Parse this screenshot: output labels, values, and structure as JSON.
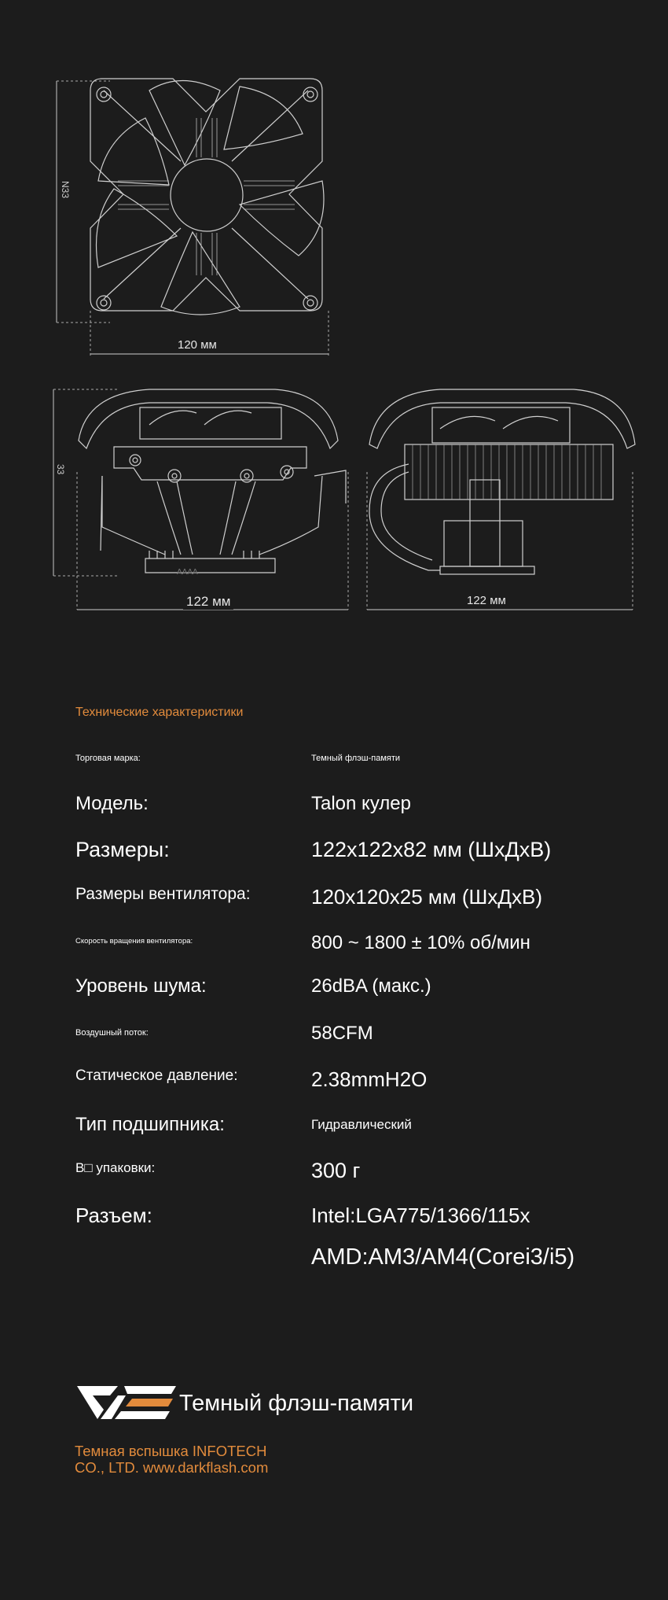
{
  "drawing": {
    "top_view_height_label": "N33",
    "top_view_width_label": "120 мм",
    "side_height_label": "33",
    "side_base_label": "AAAA",
    "front_width_label": "122 мм",
    "side_width_label": "122 мм"
  },
  "specs": {
    "title": "Технические характеристики",
    "rows": [
      {
        "label": "Торговая марка:",
        "value": "Темный флэш-памяти"
      },
      {
        "label": "Модель:",
        "value": "Talon кулер"
      },
      {
        "label": "Размеры:",
        "value": "122x122x82 мм (ШхДхВ)"
      },
      {
        "label": "Размеры вентилятора:",
        "value": "120x120x25 мм (ШхДхВ)"
      },
      {
        "label": "Скорость вращения вентилятора:",
        "value": "800 ~ 1800 ± 10% об/мин"
      },
      {
        "label": "Уровень шума:",
        "value": "26dBA (макс.)"
      },
      {
        "label": "Воздушный поток:",
        "value": "58CFM"
      },
      {
        "label": "Статическое давление:",
        "value": "2.38mmH2O"
      },
      {
        "label": "Тип подшипника:",
        "value": "Гидравлический"
      },
      {
        "label": "B□ упаковки:",
        "value": "300 г"
      },
      {
        "label": "Разъем:",
        "value": "Intel:LGA775/1366/115x",
        "value2": "AMD:AM3/AM4(Corei3/i5)"
      }
    ]
  },
  "brand": {
    "name": "Темный флэш-памяти",
    "company_line1": "Темная вспышка INFOTECH",
    "company_line2": "CO., LTD. www.darkflash.com",
    "colors": {
      "accent": "#e28b3c",
      "background": "#1c1c1c"
    }
  }
}
